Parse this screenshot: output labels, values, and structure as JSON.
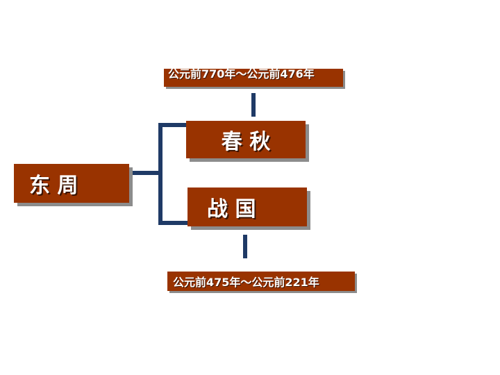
{
  "diagram": {
    "root": {
      "label": "东  周"
    },
    "branches": [
      {
        "label": "春  秋",
        "period": "公元前770年～公元前476年"
      },
      {
        "label": "战 国",
        "period": "公元前475年～公元前221年"
      }
    ]
  },
  "colors": {
    "box_fill": "#993300",
    "box_shadow": "#8c8c8c",
    "connector": "#1f3a66",
    "text": "#ffffff"
  }
}
